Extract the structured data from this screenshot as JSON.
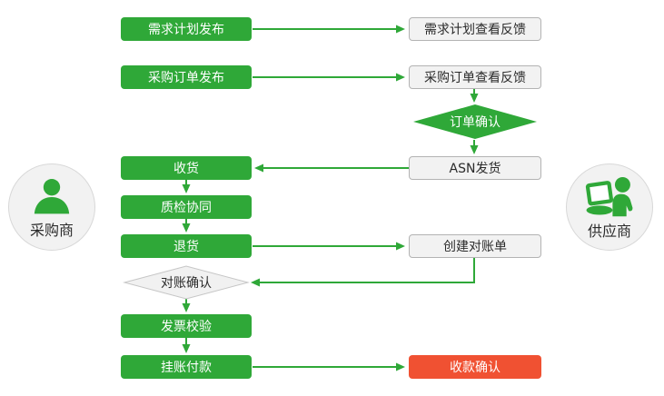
{
  "diagram_title": "buyer-supplier-procurement-flow",
  "colors": {
    "green": "#2fa838",
    "red": "#f05132",
    "panel_fill": "#f2f2f2",
    "panel_border": "#b3b3b3",
    "text_dark": "#2b2b2b"
  },
  "actors": {
    "buyer": "采购商",
    "supplier": "供应商"
  },
  "nodes": {
    "demand_plan_publish": "需求计划发布",
    "demand_plan_feedback": "需求计划查看反馈",
    "purchase_order_publish": "采购订单发布",
    "purchase_order_feedback": "采购订单查看反馈",
    "order_confirm": "订单确认",
    "asn_shipping": "ASN发货",
    "receive_goods": "收货",
    "quality_collab": "质检协同",
    "return_goods": "退货",
    "create_statement": "创建对账单",
    "reconcile_confirm": "对账确认",
    "invoice_check": "发票校验",
    "book_payment": "挂账付款",
    "receipt_confirm": "收款确认"
  }
}
